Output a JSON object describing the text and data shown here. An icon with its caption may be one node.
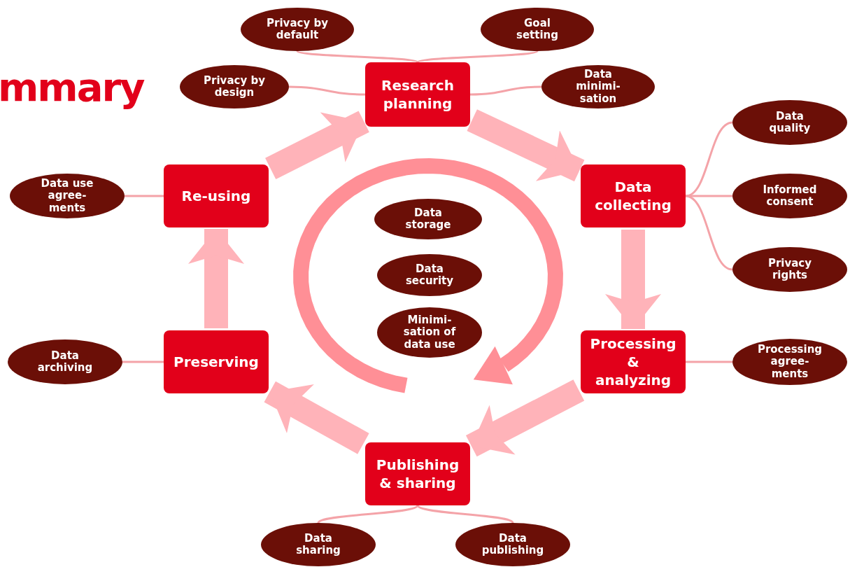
{
  "diagram": {
    "title": "mmary",
    "nodes": [
      {
        "text": [
          "Research planning"
        ]
      },
      {
        "text": [
          "Data collecting"
        ]
      },
      {
        "text": [
          "Processing & analyzing"
        ]
      },
      {
        "text": [
          "Publishing & sharing"
        ]
      },
      {
        "text": [
          "Preserving"
        ]
      },
      {
        "text": [
          "Re-using"
        ]
      },
      {
        "text": [
          "Privacy by default"
        ]
      },
      {
        "text": [
          "Goal setting"
        ]
      },
      {
        "text": [
          "Privacy by design"
        ]
      },
      {
        "text": [
          "Data minimi- sation"
        ]
      },
      {
        "text": [
          "Data quality"
        ]
      },
      {
        "text": [
          "Informed consent"
        ]
      },
      {
        "text": [
          "Privacy rights"
        ]
      },
      {
        "text": [
          "Processing agree- ments"
        ]
      },
      {
        "text": [
          "Data sharing"
        ]
      },
      {
        "text": [
          "Data publishing"
        ]
      },
      {
        "text": [
          "Data archiving"
        ]
      },
      {
        "text": [
          "Data use agree- ments"
        ]
      },
      {
        "text": [
          "Data storage"
        ]
      },
      {
        "text": [
          "Data security"
        ]
      },
      {
        "text": [
          "Minimi- sation of data use"
        ]
      }
    ],
    "edges": [
      {
        "from": 0,
        "to": 1,
        "arrow": "to",
        "style": "thick",
        "color": "#ffb3b9"
      },
      {
        "from": 1,
        "to": 2,
        "arrow": "to",
        "style": "thick",
        "color": "#ffb3b9"
      },
      {
        "from": 2,
        "to": 3,
        "arrow": "to",
        "style": "thick",
        "color": "#ffb3b9"
      },
      {
        "from": 3,
        "to": 4,
        "arrow": "to",
        "style": "thick",
        "color": "#ffb3b9"
      },
      {
        "from": 4,
        "to": 5,
        "arrow": "to",
        "style": "thick",
        "color": "#ffb3b9"
      },
      {
        "from": 5,
        "to": 0,
        "arrow": "to",
        "style": "thick",
        "color": "#ffb3b9"
      },
      {
        "from": 0,
        "to": 6,
        "arrow": "none"
      },
      {
        "from": 0,
        "to": 7,
        "arrow": "none"
      },
      {
        "from": 0,
        "to": 8,
        "arrow": "none"
      },
      {
        "from": 0,
        "to": 9,
        "arrow": "none"
      },
      {
        "from": 1,
        "to": 10,
        "arrow": "none"
      },
      {
        "from": 1,
        "to": 11,
        "arrow": "none"
      },
      {
        "from": 1,
        "to": 12,
        "arrow": "none"
      },
      {
        "from": 2,
        "to": 13,
        "arrow": "none"
      },
      {
        "from": 3,
        "to": 14,
        "arrow": "none"
      },
      {
        "from": 3,
        "to": 15,
        "arrow": "none"
      },
      {
        "from": 4,
        "to": 16,
        "arrow": "none"
      },
      {
        "from": 5,
        "to": 17,
        "arrow": "none"
      }
    ]
  }
}
